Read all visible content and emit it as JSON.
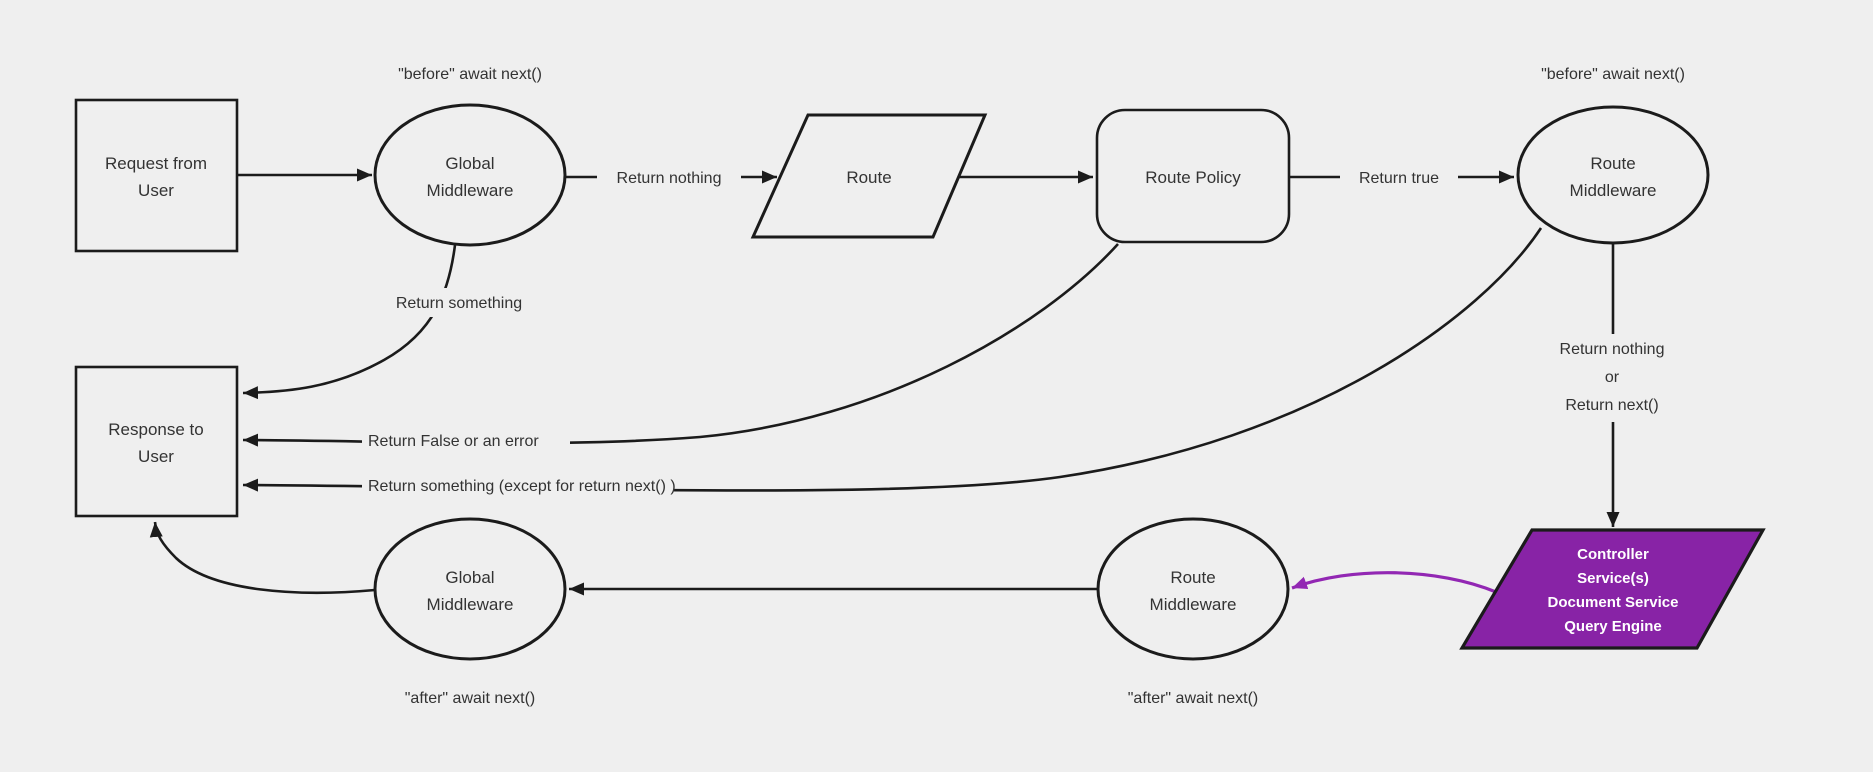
{
  "colors": {
    "background": "#efefef",
    "node_fill": "#efefef",
    "stroke": "#1b1b1b",
    "label": "#333333",
    "controller_fill": "#8823A6",
    "controller_text": "#ffffff",
    "purple_edge": "#9227B3"
  },
  "diagram_type": "flowchart",
  "nodes": {
    "request_from_user": {
      "shape": "rectangle",
      "lines": [
        "Request from",
        "User"
      ]
    },
    "global_middleware_top": {
      "shape": "ellipse",
      "lines": [
        "Global",
        "Middleware"
      ]
    },
    "route": {
      "shape": "parallelogram",
      "lines": [
        "Route"
      ]
    },
    "route_policy": {
      "shape": "rounded-rectangle",
      "lines": [
        "Route Policy"
      ]
    },
    "route_middleware_top": {
      "shape": "ellipse",
      "lines": [
        "Route",
        "Middleware"
      ]
    },
    "response_to_user": {
      "shape": "rectangle",
      "lines": [
        "Response to",
        "User"
      ]
    },
    "controller_services": {
      "shape": "parallelogram",
      "fill": "#8823A6",
      "text_color": "#ffffff",
      "lines": [
        "Controller",
        "Service(s)",
        "Document Service",
        "Query Engine"
      ]
    },
    "route_middleware_bottom": {
      "shape": "ellipse",
      "lines": [
        "Route",
        "Middleware"
      ]
    },
    "global_middleware_bottom": {
      "shape": "ellipse",
      "lines": [
        "Global",
        "Middleware"
      ]
    }
  },
  "edge_labels": {
    "before_await_next_global": "\"before\" await next()",
    "before_await_next_route": "\"before\" await next()",
    "return_nothing": "Return nothing",
    "return_true": "Return true",
    "return_something": "Return something",
    "return_false_or_an_error": "Return False or an error",
    "return_something_except": "Return something (except for return next() )",
    "return_nothing_or_return_next": [
      "Return nothing",
      "or",
      "Return next()"
    ],
    "after_await_next_global": "\"after\" await next()",
    "after_await_next_route": "\"after\" await next()"
  }
}
